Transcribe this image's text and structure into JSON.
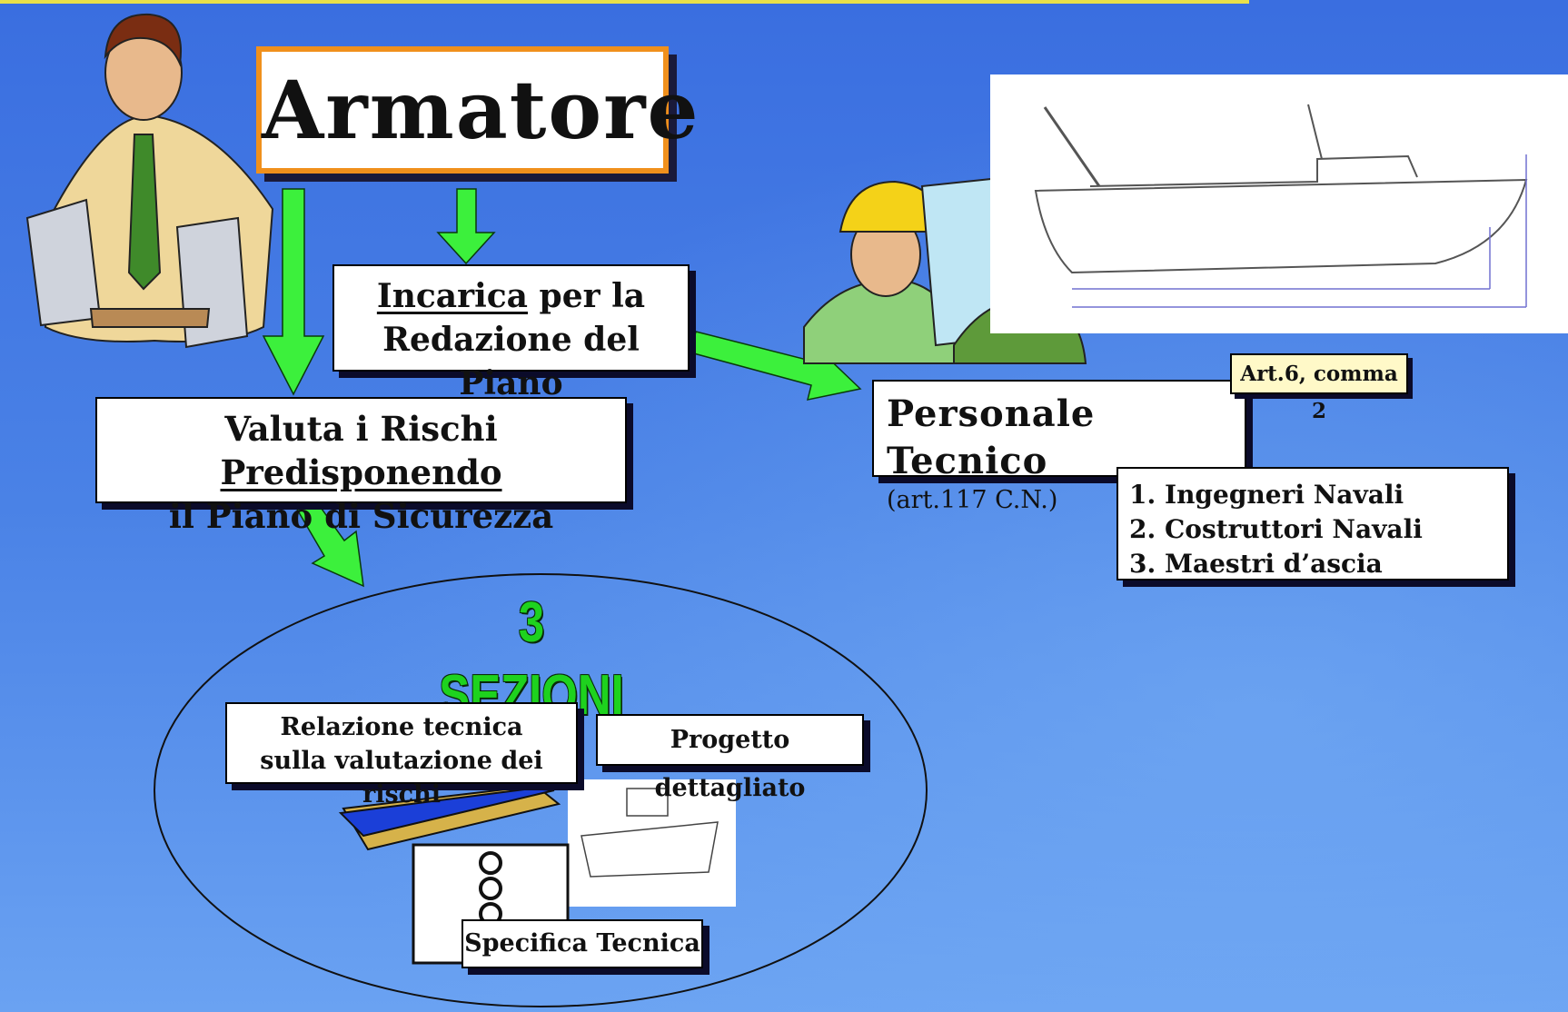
{
  "colors": {
    "background_top": "#3b6fe0",
    "background_bottom": "#6aa2f0",
    "arrow": "#3cf03c",
    "armatore_border": "#f0901c",
    "sezioni_text": "#1ed21e"
  },
  "armatore": {
    "title": "Armatore"
  },
  "incarica": {
    "word": "Incarica",
    "rest": " per la",
    "line2": "Redazione del Piano"
  },
  "valuta": {
    "prefix": "Valuta i Rischi ",
    "emph": "Predisponendo",
    "line2": "il Piano di Sicurezza"
  },
  "personale": {
    "title": "Personale Tecnico",
    "subtitle": "(art.117 C.N.)",
    "article": "Art.6, comma 2"
  },
  "tecnici": {
    "items": [
      "1. Ingegneri Navali",
      "2. Costruttori Navali",
      "3. Maestri d’ascia"
    ]
  },
  "sezioni": {
    "heading": "3 SEZIONI",
    "relazione_line1": "Relazione tecnica",
    "relazione_line2": "sulla valutazione dei rischi",
    "progetto": "Progetto dettagliato",
    "specifica": "Specifica Tecnica"
  },
  "icons": [
    "businessman-icon",
    "engineers-icon",
    "ship-drawing-icon",
    "binder-icon"
  ]
}
